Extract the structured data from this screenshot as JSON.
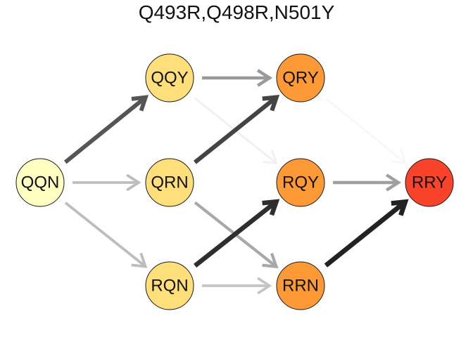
{
  "title": "Q493R,Q498R,N501Y",
  "nodes": [
    {
      "id": "QQN",
      "label": "QQN",
      "color": "#ffffc2"
    },
    {
      "id": "QQY",
      "label": "QQY",
      "color": "#fedf7a"
    },
    {
      "id": "QRN",
      "label": "QRN",
      "color": "#fedf7a"
    },
    {
      "id": "RQN",
      "label": "RQN",
      "color": "#fedf7a"
    },
    {
      "id": "QRY",
      "label": "QRY",
      "color": "#fd9a36"
    },
    {
      "id": "RQY",
      "label": "RQY",
      "color": "#fd9a36"
    },
    {
      "id": "RRN",
      "label": "RRN",
      "color": "#fd9a36"
    },
    {
      "id": "RRY",
      "label": "RRY",
      "color": "#f9432a"
    }
  ],
  "edges": [
    {
      "from": "QQN",
      "to": "QQY",
      "color": "#555555"
    },
    {
      "from": "QQN",
      "to": "QRN",
      "color": "#bdbdbd"
    },
    {
      "from": "QQN",
      "to": "RQN",
      "color": "#bdbdbd"
    },
    {
      "from": "QQY",
      "to": "QRY",
      "color": "#9a9a9a"
    },
    {
      "from": "QQY",
      "to": "RQY",
      "color": "#f0f0f0"
    },
    {
      "from": "QRN",
      "to": "QRY",
      "color": "#444444"
    },
    {
      "from": "QRN",
      "to": "RRN",
      "color": "#a8a8a8"
    },
    {
      "from": "RQN",
      "to": "RQY",
      "color": "#2e2e2e"
    },
    {
      "from": "RQN",
      "to": "RRN",
      "color": "#c4c4c4"
    },
    {
      "from": "QRY",
      "to": "RRY",
      "color": "#f7f7f7"
    },
    {
      "from": "RQY",
      "to": "RRY",
      "color": "#9f9f9f"
    },
    {
      "from": "RRN",
      "to": "RRY",
      "color": "#222222"
    }
  ]
}
